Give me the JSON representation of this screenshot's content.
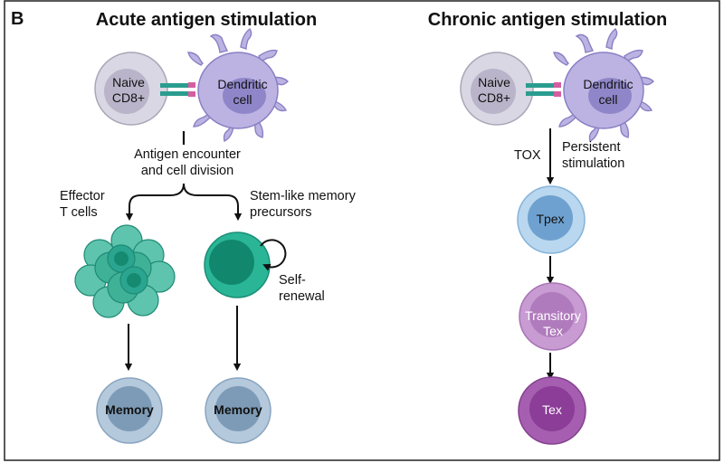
{
  "panel_letter": "B",
  "acute": {
    "title": "Acute antigen stimulation",
    "naive_line1": "Naive",
    "naive_line2": "CD8+",
    "dc_line1": "Dendritic",
    "dc_line2": "cell",
    "encounter_line1": "Antigen encounter",
    "encounter_line2": "and cell division",
    "effector_line1": "Effector",
    "effector_line2": "T cells",
    "stem_line1": "Stem-like memory",
    "stem_line2": "precursors",
    "self_line1": "Self-",
    "self_line2": "renewal",
    "memory_left": "Memory",
    "memory_right": "Memory"
  },
  "chronic": {
    "title": "Chronic antigen stimulation",
    "naive_line1": "Naive",
    "naive_line2": "CD8+",
    "dc_line1": "Dendritic",
    "dc_line2": "cell",
    "tox": "TOX",
    "persistent_line1": "Persistent",
    "persistent_line2": "stimulation",
    "tpex": "Tpex",
    "transitory_line1": "Transitory",
    "transitory_line2": "Tex",
    "tex": "Tex"
  },
  "colors": {
    "naive_outer": "#d9d7e3",
    "naive_inner": "#b9b4c9",
    "dc_outer": "#bcb3e3",
    "dc_inner": "#8f86c9",
    "effector": "#2aa58f",
    "stem_outer": "#2ab597",
    "stem_inner": "#11886e",
    "memory_outer": "#b5c9dc",
    "memory_inner": "#7d9bb6",
    "tpex_outer": "#b9d7ef",
    "tpex_inner": "#6ea1cf",
    "transitory_outer": "#c89bd3",
    "transitory_inner": "#b07bbd",
    "tex_outer": "#a65fb0",
    "tex_inner": "#8b3d97"
  }
}
